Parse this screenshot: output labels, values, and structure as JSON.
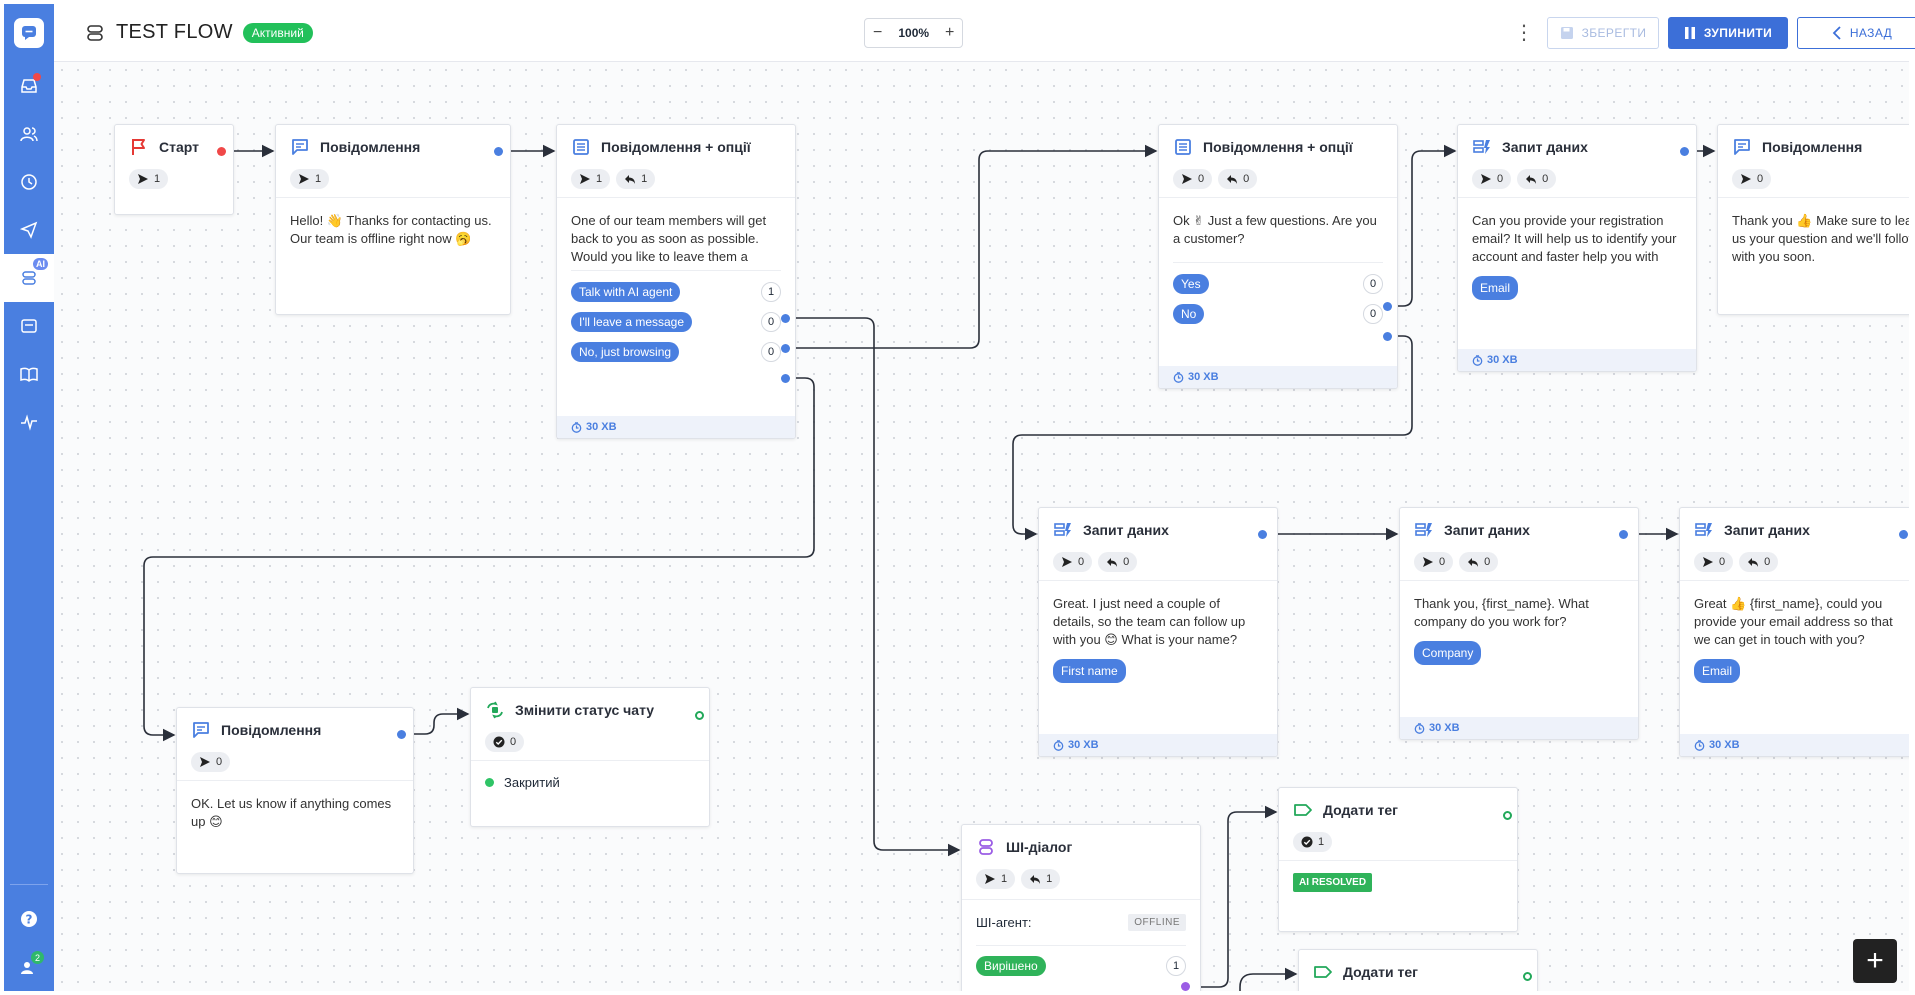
{
  "header": {
    "title": "TEST FLOW",
    "status": "Активний",
    "zoom": "100%",
    "zoom_minus": "−",
    "zoom_plus": "+",
    "save_label": "ЗБЕРЕГТИ",
    "stop_label": "ЗУПИНИТИ",
    "back_label": "НАЗАД"
  },
  "sidebar": {
    "ai_badge": "AI",
    "contacts_badge": "2"
  },
  "nodes": {
    "start": {
      "title": "Старт",
      "sent": "1"
    },
    "msg1": {
      "title": "Повідомлення",
      "sent": "1",
      "text": "Hello! 👋 Thanks for contacting us. Our team is offline right now 🥱"
    },
    "opts1": {
      "title": "Повідомлення + опції",
      "sent": "1",
      "replied": "1",
      "text": "One of our team members will get back to you as soon as possible. Would you like to leave them a message, or talk with our",
      "options": [
        {
          "label": "Talk with AI agent",
          "count": "1"
        },
        {
          "label": "I'll leave a message",
          "count": "0"
        },
        {
          "label": "No, just browsing",
          "count": "0"
        }
      ],
      "timer": "30 ХВ"
    },
    "opts2": {
      "title": "Повідомлення + опції",
      "sent": "0",
      "replied": "0",
      "text": "Ok ✌ Just a few questions. Are you a customer?",
      "options": [
        {
          "label": "Yes",
          "count": "0"
        },
        {
          "label": "No",
          "count": "0"
        }
      ],
      "timer": "30 ХВ"
    },
    "data1": {
      "title": "Запит даних",
      "sent": "0",
      "replied": "0",
      "text": "Can you provide your registration email? It will help us to identify your account and faster help you with any questions",
      "tag": "Email",
      "timer": "30 ХВ"
    },
    "msg2": {
      "title": "Повідомлення",
      "sent": "0",
      "text": "Thank you 👍 Make sure to leave us your question and we'll follow up with you soon."
    },
    "data2": {
      "title": "Запит даних",
      "sent": "0",
      "replied": "0",
      "text": "Great. I just need a couple of details, so the team can follow up with you 😊 What is your name?",
      "tag": "First name",
      "timer": "30 ХВ"
    },
    "data3": {
      "title": "Запит даних",
      "sent": "0",
      "replied": "0",
      "text": "Thank you, {first_name}. What company do you work for?",
      "tag": "Company",
      "timer": "30 ХВ"
    },
    "data4": {
      "title": "Запит даних",
      "sent": "0",
      "replied": "0",
      "text": "Great 👍 {first_name}, could you provide your email address so that we can get in touch with you?",
      "tag": "Email",
      "timer": "30 ХВ"
    },
    "msg3": {
      "title": "Повідомлення",
      "sent": "0",
      "text": "OK. Let us know if anything comes up 😊"
    },
    "status": {
      "title": "Змінити статус чату",
      "done": "0",
      "value": "Закритий"
    },
    "ai": {
      "title": "ШІ-діалог",
      "sent": "1",
      "replied": "1",
      "agent_label": "ШІ-агент:",
      "agent_state": "OFFLINE",
      "resolved_label": "Вирішено",
      "resolved_count": "1"
    },
    "tag1": {
      "title": "Додати тег",
      "done": "1",
      "tag": "AI RESOLVED"
    },
    "tag2": {
      "title": "Додати тег"
    }
  },
  "fab": "+",
  "colors": {
    "accent": "#4a7fe0",
    "active": "#22c05a",
    "danger": "#f04848"
  }
}
